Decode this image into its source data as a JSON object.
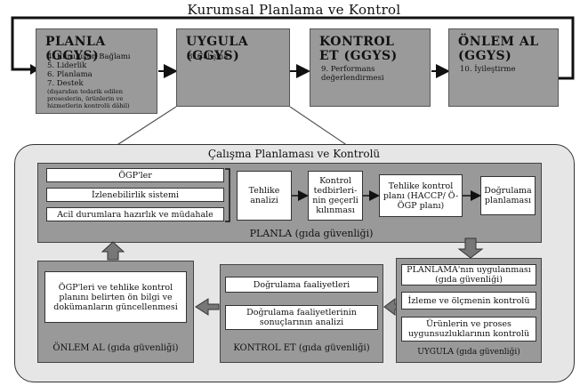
{
  "main_title": "Kurumsal Planlama ve Kontrol",
  "top_boxes": [
    {
      "id": "planla",
      "title": "PLANLA (GGYS)",
      "items": [
        {
          "text": "4. Kuruluşun Bağlamı"
        },
        {
          "text": "5. Liderlik"
        },
        {
          "text": "6. Planlama"
        },
        {
          "text": "7. Destek",
          "detail": "(dışarıdan tedarik edilen proseslerin, ürünlerin ve hizmetlerin kontrolü dâhil)"
        }
      ]
    },
    {
      "id": "uygula",
      "title": "UYGULA (GGYS)",
      "items": [
        {
          "text": "8. Çalışma"
        }
      ]
    },
    {
      "id": "kontrol",
      "title_line1": "KONTROL",
      "title_line2": "ET (GGYS)",
      "items": [
        {
          "text": "9. Performans"
        },
        {
          "text": "değerlendirmesi"
        }
      ]
    },
    {
      "id": "onlem",
      "title_line1": "ÖNLEM AL",
      "title_line2": "(GGYS)",
      "items": [
        {
          "text": "10. İyileştirme"
        }
      ]
    }
  ],
  "sub_title": "Çalışma Planlaması ve Kontrolü",
  "planla_section": {
    "left_items": [
      "ÖGP'ler",
      "İzlenebilirlik sistemi",
      "Acil durumlara hazırlık ve müdahale"
    ],
    "flow": [
      "Tehlike analizi",
      "Kontrol tedbirleri-nin geçerli kılınması",
      "Tehlike kontrol planı (HACCP/ Ö-ÖGP planı)",
      "Doğrulama planlaması"
    ],
    "label": "PLANLA (gıda güvenliği)"
  },
  "uygula_section": {
    "items": [
      "PLANLAMA'nın uygulanması (gıda güvenliği)",
      "İzleme ve ölçmenin kontrolü",
      "Ürünlerin ve proses uygunsuzluklarının kontrolü"
    ],
    "label": "UYGULA (gıda güvenliği)"
  },
  "kontrol_section": {
    "items": [
      "Doğrulama faaliyetleri",
      "Doğrulama faaliyetlerinin sonuçlarının analizi"
    ],
    "label": "KONTROL ET (gıda güvenliği)"
  },
  "onlem_section": {
    "text": "ÖGP'leri ve tehlike kontrol planını belirten ön bilgi ve dokümanların güncellenmesi",
    "label": "ÖNLEM AL (gıda güvenliği)"
  }
}
